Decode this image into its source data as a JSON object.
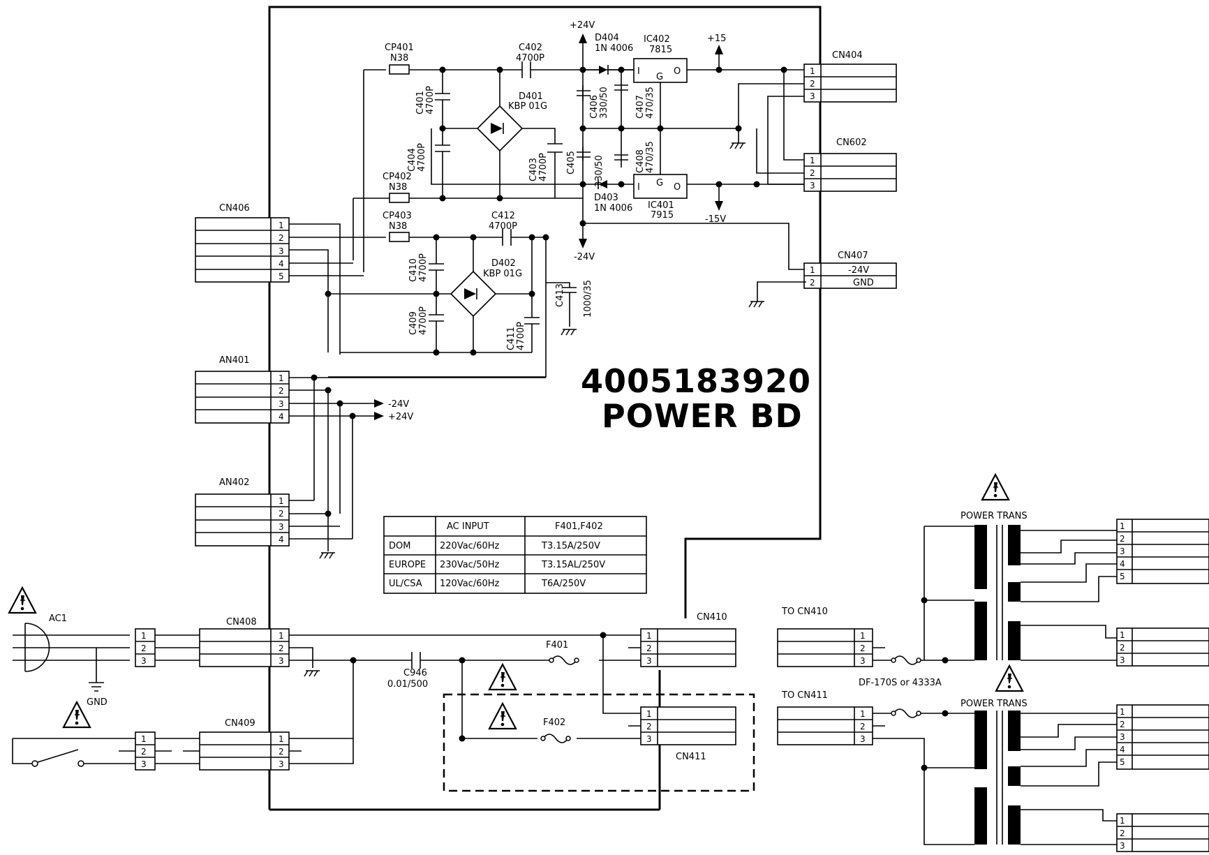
{
  "board": {
    "part_number": "4005183920",
    "name": "POWER BD"
  },
  "connectors": {
    "cn404": "CN404",
    "cn602": "CN602",
    "cn407": "CN407",
    "cn406": "CN406",
    "an401": "AN401",
    "an402": "AN402",
    "cn408": "CN408",
    "cn409": "CN409",
    "cn410": "CN410",
    "cn411": "CN411",
    "ac1": "AC1",
    "gnd": "GND"
  },
  "cn407_pins": {
    "p1": "-24V",
    "p2": "GND"
  },
  "pins": {
    "p1": "1",
    "p2": "2",
    "p3": "3",
    "p4": "4",
    "p5": "5"
  },
  "components": {
    "cp401": {
      "ref": "CP401",
      "value": "N38"
    },
    "cp402": {
      "ref": "CP402",
      "value": "N38"
    },
    "cp403": {
      "ref": "CP403",
      "value": "N38"
    },
    "c401": {
      "ref": "C401",
      "value": "4700P"
    },
    "c402": {
      "ref": "C402",
      "value": "4700P"
    },
    "c403": {
      "ref": "C403",
      "value": "4700P"
    },
    "c404": {
      "ref": "C404",
      "value": "4700P"
    },
    "c405": {
      "ref": "C405",
      "value": "330/50"
    },
    "c406": {
      "ref": "C406",
      "value": "330/50"
    },
    "c407": {
      "ref": "C407",
      "value": "470/35"
    },
    "c408": {
      "ref": "C408",
      "value": "470/35"
    },
    "c409": {
      "ref": "C409",
      "value": "4700P"
    },
    "c410": {
      "ref": "C410",
      "value": "4700P"
    },
    "c411": {
      "ref": "C411",
      "value": "4700P"
    },
    "c412": {
      "ref": "C412",
      "value": "4700P"
    },
    "c413": {
      "ref": "C413",
      "value": "1000/35"
    },
    "c946": {
      "ref": "C946",
      "value": "0.01/500"
    },
    "d401": {
      "ref": "D401",
      "value": "KBP 01G"
    },
    "d402": {
      "ref": "D402",
      "value": "KBP 01G"
    },
    "d403": {
      "ref": "D403",
      "value": "1N 4006"
    },
    "d404": {
      "ref": "D404",
      "value": "1N 4006"
    },
    "ic401": {
      "ref": "IC401",
      "value": "7915",
      "pin_i": "I",
      "pin_g": "G",
      "pin_o": "O"
    },
    "ic402": {
      "ref": "IC402",
      "value": "7815",
      "pin_i": "I",
      "pin_g": "G",
      "pin_o": "O"
    },
    "f401": "F401",
    "f402": "F402"
  },
  "rails": {
    "p24_top": "+24V",
    "p15": "+15",
    "n15": "-15V",
    "n24": "-24V",
    "an_n24": "-24V",
    "an_p24": "+24V"
  },
  "fuse_table": {
    "headers": [
      "",
      "AC INPUT",
      "F401,F402"
    ],
    "rows": [
      [
        "DOM",
        "220Vac/60Hz",
        "T3.15A/250V"
      ],
      [
        "EUROPE",
        "230Vac/50Hz",
        "T3.15AL/250V"
      ],
      [
        "UL/CSA",
        "120Vac/60Hz",
        "T6A/250V"
      ]
    ]
  },
  "transformer": {
    "label_top": "POWER TRANS",
    "label_bottom": "POWER TRANS",
    "to_cn410": "TO CN410",
    "to_cn411": "TO CN411",
    "model": "DF-170S or 4333A"
  },
  "warning_icon": "warning-hazard-icon"
}
